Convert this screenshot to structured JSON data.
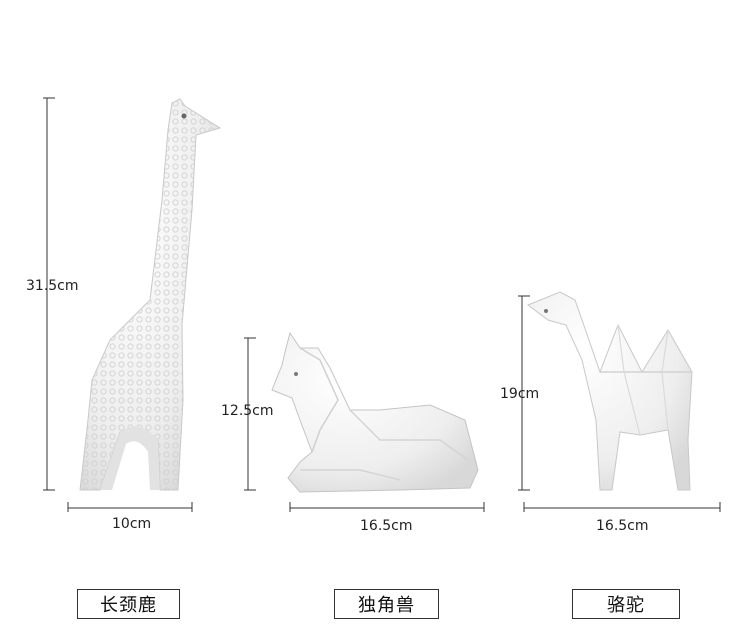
{
  "products": [
    {
      "name": "长颈鹿",
      "height_label": "31.5cm",
      "width_label": "10cm"
    },
    {
      "name": "独角兽",
      "height_label": "12.5cm",
      "width_label": "16.5cm"
    },
    {
      "name": "骆驼",
      "height_label": "19cm",
      "width_label": "16.5cm"
    }
  ],
  "colors": {
    "background": "#ffffff",
    "figurine": "#f2f2f2",
    "figurine_shadow": "#d9d9d9",
    "lines": "#333333"
  }
}
